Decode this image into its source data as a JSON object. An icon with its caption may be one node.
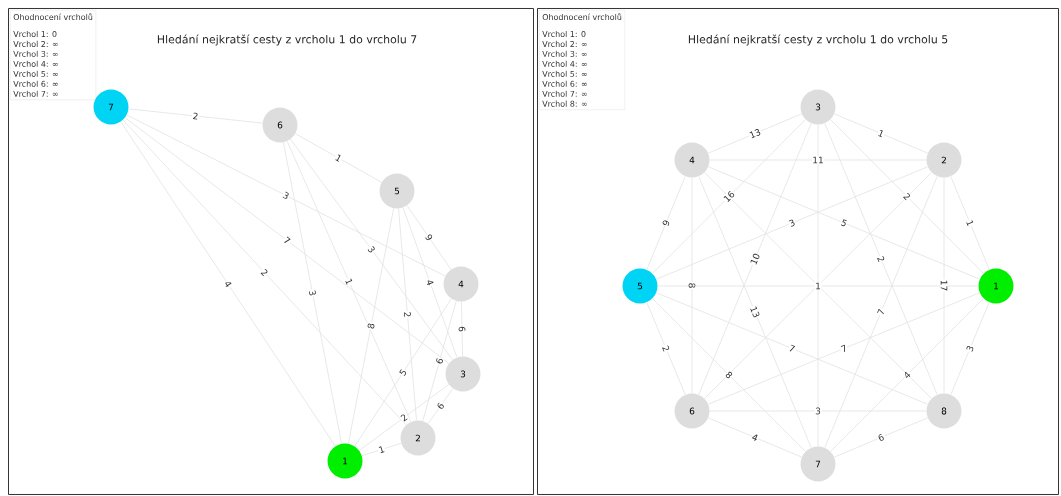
{
  "diagram": {
    "nodes": [
      {
        "text": [
          "Hledání nejkratší cesty z vrcholu 1 do vrcholu 7"
        ]
      },
      {
        "text": [
          "Ohodnocení vrcholů",
          "Vrchol 1: 0",
          "Vrchol 2: ∞",
          "Vrchol 3: ∞",
          "Vrchol 4: ∞",
          "Vrchol 5: ∞",
          "Vrchol 6: ∞",
          "Vrchol 7: ∞"
        ],
        "in": 0
      },
      {
        "text": [
          "1"
        ],
        "in": 0
      },
      {
        "text": [
          "2"
        ],
        "in": 0
      },
      {
        "text": [
          "3"
        ],
        "in": 0
      },
      {
        "text": [
          "4"
        ],
        "in": 0
      },
      {
        "text": [
          "5"
        ],
        "in": 0
      },
      {
        "text": [
          "6"
        ],
        "in": 0
      },
      {
        "text": [
          "7"
        ],
        "in": 0
      },
      {
        "text": [
          "Hledání nejkratší cesty z vrcholu 1 do vrcholu 5"
        ]
      },
      {
        "text": [
          "Ohodnocení vrcholů",
          "Vrchol 1: 0",
          "Vrchol 2: ∞",
          "Vrchol 3: ∞",
          "Vrchol 4: ∞",
          "Vrchol 5: ∞",
          "Vrchol 6: ∞",
          "Vrchol 7: ∞",
          "Vrchol 8: ∞"
        ],
        "in": 9
      },
      {
        "text": [
          "1"
        ],
        "in": 9
      },
      {
        "text": [
          "2"
        ],
        "in": 9
      },
      {
        "text": [
          "3"
        ],
        "in": 9
      },
      {
        "text": [
          "4"
        ],
        "in": 9
      },
      {
        "text": [
          "5"
        ],
        "in": 9
      },
      {
        "text": [
          "6"
        ],
        "in": 9
      },
      {
        "text": [
          "7"
        ],
        "in": 9
      },
      {
        "text": [
          "8"
        ],
        "in": 9
      }
    ],
    "edges": [
      {
        "from": 8,
        "to": 7,
        "arrow": "none",
        "label": "2"
      },
      {
        "from": 8,
        "to": 5,
        "arrow": "none",
        "label": "3"
      },
      {
        "from": 8,
        "to": 4,
        "arrow": "none",
        "label": "7"
      },
      {
        "from": 8,
        "to": 3,
        "arrow": "none",
        "label": "2"
      },
      {
        "from": 8,
        "to": 2,
        "arrow": "none",
        "label": "4"
      },
      {
        "from": 7,
        "to": 6,
        "arrow": "none",
        "label": "1"
      },
      {
        "from": 7,
        "to": 4,
        "arrow": "none",
        "label": "3"
      },
      {
        "from": 7,
        "to": 3,
        "arrow": "none",
        "label": "1"
      },
      {
        "from": 7,
        "to": 2,
        "arrow": "none",
        "label": "3"
      },
      {
        "from": 6,
        "to": 5,
        "arrow": "none",
        "label": "9"
      },
      {
        "from": 6,
        "to": 4,
        "arrow": "none",
        "label": "4"
      },
      {
        "from": 6,
        "to": 3,
        "arrow": "none",
        "label": "2"
      },
      {
        "from": 6,
        "to": 2,
        "arrow": "none",
        "label": "8"
      },
      {
        "from": 5,
        "to": 4,
        "arrow": "none",
        "label": "6"
      },
      {
        "from": 5,
        "to": 3,
        "arrow": "none",
        "label": "6"
      },
      {
        "from": 5,
        "to": 2,
        "arrow": "none",
        "label": "5"
      },
      {
        "from": 4,
        "to": 3,
        "arrow": "none",
        "label": "6"
      },
      {
        "from": 4,
        "to": 2,
        "arrow": "none",
        "label": "2"
      },
      {
        "from": 3,
        "to": 2,
        "arrow": "none",
        "label": "1"
      },
      {
        "from": 14,
        "to": 13,
        "arrow": "none",
        "label": "13"
      },
      {
        "from": 13,
        "to": 12,
        "arrow": "none",
        "label": "1"
      },
      {
        "from": 14,
        "to": 12,
        "arrow": "none",
        "label": "11"
      },
      {
        "from": 13,
        "to": 15,
        "arrow": "none",
        "label": "16"
      },
      {
        "from": 14,
        "to": 15,
        "arrow": "none",
        "label": "9"
      },
      {
        "from": 12,
        "to": 15,
        "arrow": "none",
        "label": "3"
      },
      {
        "from": 14,
        "to": 11,
        "arrow": "none",
        "label": "5"
      },
      {
        "from": 13,
        "to": 11,
        "arrow": "none",
        "label": "2"
      },
      {
        "from": 12,
        "to": 11,
        "arrow": "none",
        "label": "1"
      },
      {
        "from": 13,
        "to": 16,
        "arrow": "none",
        "label": "10"
      },
      {
        "from": 14,
        "to": 16,
        "arrow": "none",
        "label": "8"
      },
      {
        "from": 15,
        "to": 11,
        "arrow": "none",
        "label": "1"
      },
      {
        "from": 14,
        "to": 18,
        "arrow": "none"
      },
      {
        "from": 13,
        "to": 17,
        "arrow": "none"
      },
      {
        "from": 12,
        "to": 16,
        "arrow": "none"
      },
      {
        "from": 12,
        "to": 18,
        "arrow": "none",
        "label": "17"
      },
      {
        "from": 13,
        "to": 18,
        "arrow": "none",
        "label": "2"
      },
      {
        "from": 14,
        "to": 17,
        "arrow": "none",
        "label": "13"
      },
      {
        "from": 12,
        "to": 17,
        "arrow": "none",
        "label": "7"
      },
      {
        "from": 15,
        "to": 18,
        "arrow": "none",
        "label": "7"
      },
      {
        "from": 16,
        "to": 11,
        "arrow": "none",
        "label": "7"
      },
      {
        "from": 15,
        "to": 16,
        "arrow": "none",
        "label": "2"
      },
      {
        "from": 15,
        "to": 17,
        "arrow": "none",
        "label": "8"
      },
      {
        "from": 11,
        "to": 17,
        "arrow": "none",
        "label": "4"
      },
      {
        "from": 11,
        "to": 18,
        "arrow": "none",
        "label": "3"
      },
      {
        "from": 16,
        "to": 18,
        "arrow": "none",
        "label": "3"
      },
      {
        "from": 16,
        "to": 17,
        "arrow": "none",
        "label": "4"
      },
      {
        "from": 17,
        "to": 18,
        "arrow": "none",
        "label": "6"
      }
    ]
  }
}
